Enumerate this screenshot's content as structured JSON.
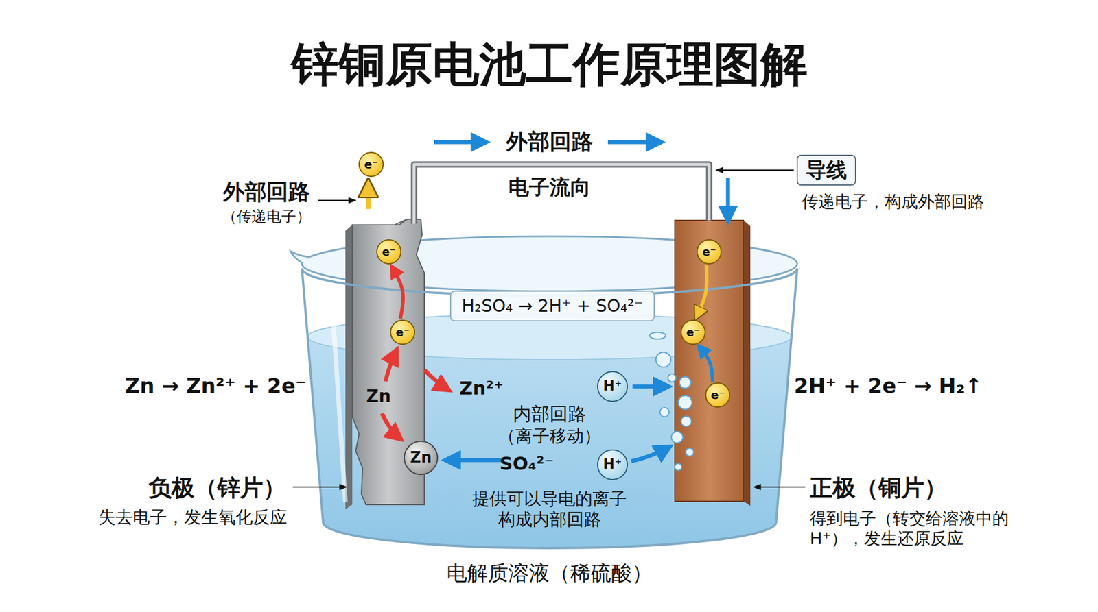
{
  "diagram": {
    "title": "锌铜原电池工作原理图解",
    "nodes": [
      {
        "text": [
          "e⁻"
        ]
      },
      {
        "text": [
          "导线"
        ]
      },
      {
        "text": [
          "e⁻"
        ]
      },
      {
        "text": [
          "e⁻"
        ]
      },
      {
        "text": [
          "H₂SO₄ → 2H⁺ + SO₄²⁻"
        ]
      },
      {
        "text": [
          "e⁻"
        ]
      },
      {
        "text": [
          "e⁻"
        ]
      },
      {
        "text": [
          "H⁺"
        ]
      },
      {
        "text": [
          "e⁻"
        ]
      },
      {
        "text": [
          "Zn"
        ]
      },
      {
        "text": [
          "H⁺"
        ]
      }
    ],
    "edges": [
      {
        "from": 5,
        "to": 2,
        "arrow": "to"
      },
      {
        "from": 3,
        "to": 6,
        "arrow": "to"
      },
      {
        "from": 8,
        "to": 6,
        "arrow": "to"
      }
    ],
    "labels": [
      "外部回路",
      "电子流向",
      "外部回路",
      "（传递电子）",
      "传递电子，构成外部回路",
      "Zn → Zn²⁺ + 2e⁻",
      "Zn",
      "Zn²⁺",
      "2H⁺ + 2e⁻ → H₂↑",
      "内部回路",
      "（离子移动）",
      "SO₄²⁻",
      "负极（锌片）",
      "失去电子，发生氧化反应",
      "提供可以导电的离子 构成内部回路",
      "正极（铜片）",
      "得到电子（转交给溶液中的H⁺），发生还原反应",
      "电解质溶液（稀硫酸）"
    ]
  }
}
